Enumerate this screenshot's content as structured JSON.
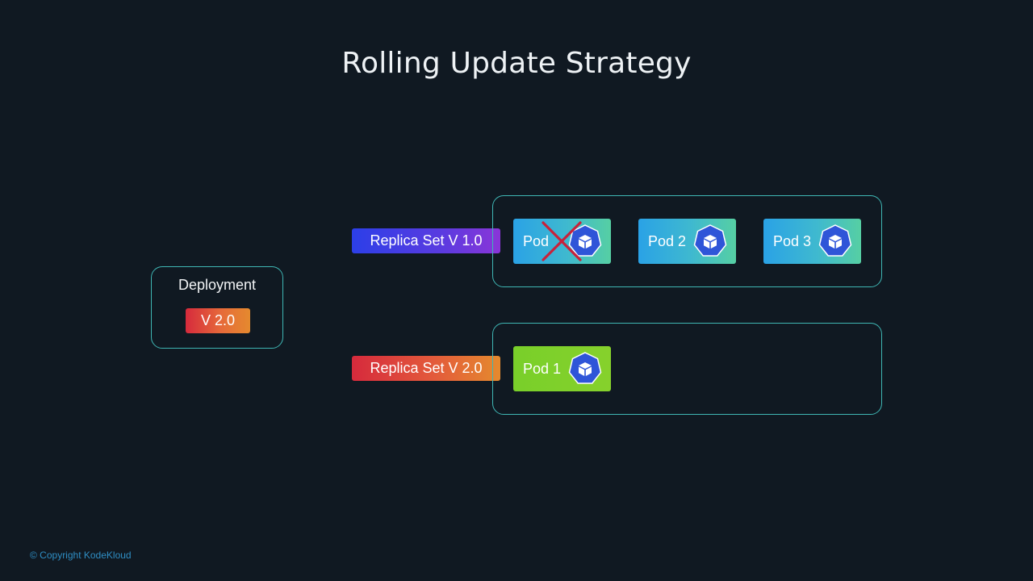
{
  "title": "Rolling Update Strategy",
  "deployment": {
    "label": "Deployment",
    "version": "V 2.0"
  },
  "replica_sets": [
    {
      "label": "Replica Set V 1.0",
      "pods": [
        {
          "label": "Pod",
          "state": "terminating"
        },
        {
          "label": "Pod 2",
          "state": "running"
        },
        {
          "label": "Pod 3",
          "state": "running"
        }
      ]
    },
    {
      "label": "Replica Set V 2.0",
      "pods": [
        {
          "label": "Pod 1",
          "state": "running"
        }
      ]
    }
  ],
  "footer": {
    "copyright": "© Copyright KodeKloud"
  },
  "icons": {
    "pod": "kubernetes-pod-icon",
    "terminated": "red-cross-icon"
  },
  "colors": {
    "background": "#101922",
    "border": "#3fb6b4",
    "rs_v1_gradient": [
      "#2c3fe8",
      "#8a35d8"
    ],
    "rs_v2_gradient": [
      "#d62a3c",
      "#e58a2e"
    ],
    "pod_blue_gradient": [
      "#2aa2e6",
      "#56cfa3"
    ],
    "pod_green": "#7fd02b",
    "pod_icon": "#2f55d8",
    "cross": "#c8213a"
  }
}
